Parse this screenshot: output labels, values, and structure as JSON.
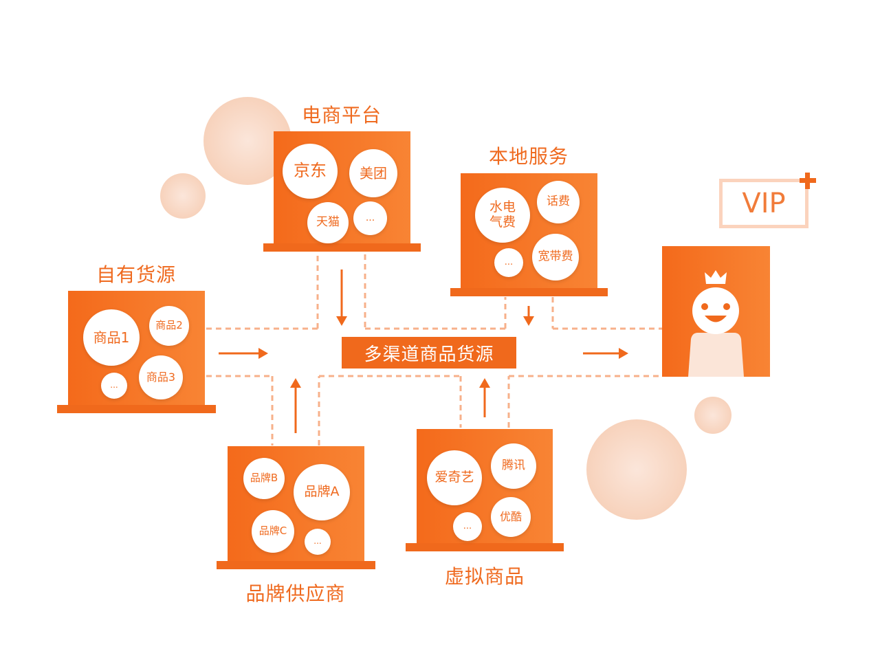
{
  "colors": {
    "accent": "#f0691c",
    "accent_light": "#f88434",
    "soft_circle": "#fbe0d0",
    "text_orange": "#ef6a1f"
  },
  "center": {
    "label": "多渠道商品货源"
  },
  "groups": {
    "ecommerce": {
      "title": "电商平台",
      "items": [
        "京东",
        "美团",
        "天猫",
        "..."
      ]
    },
    "local": {
      "title": "本地服务",
      "items": [
        "水电\n气费",
        "话费",
        "宽带费",
        "..."
      ]
    },
    "own": {
      "title": "自有货源",
      "items": [
        "商品1",
        "商品2",
        "商品3",
        "..."
      ]
    },
    "brand": {
      "title": "品牌供应商",
      "items": [
        "品牌B",
        "品牌A",
        "品牌C",
        "..."
      ]
    },
    "virtual": {
      "title": "虚拟商品",
      "items": [
        "爱奇艺",
        "腾讯",
        "优酷",
        "..."
      ]
    }
  },
  "vip": {
    "label": "VIP"
  },
  "icons": [
    "crown-icon",
    "face-icon",
    "plus-icon",
    "arrow-icon"
  ]
}
